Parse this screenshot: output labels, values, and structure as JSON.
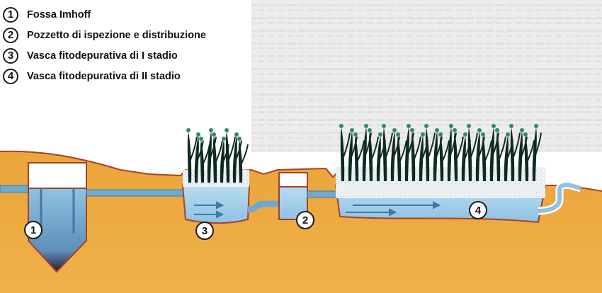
{
  "legend": [
    {
      "num": "1",
      "label": "Fossa Imhoff"
    },
    {
      "num": "2",
      "label": "Pozzetto di ispezione e distribuzione"
    },
    {
      "num": "3",
      "label": "Vasca fitodepurativa di I stadio"
    },
    {
      "num": "4",
      "label": "Vasca fitodepurativa di II stadio"
    }
  ],
  "markers": [
    "1",
    "2",
    "3",
    "4"
  ],
  "colors": {
    "soil": "#e9a236",
    "soil_dark": "#c77a1e",
    "soil_edge": "#a8402a",
    "water": "#a9d2ec",
    "water_dark": "#7fb7dd",
    "gravel": "#e6ecf1",
    "pipe": "#6fa9cf",
    "plant": "#0e2a22",
    "plant_tip": "#2f8a6a",
    "sludge": "#2a1a3a",
    "text_bg": "#d9d9d9"
  },
  "icons": [
    "reed-plant-icon",
    "flow-arrow-icon",
    "pipe-icon",
    "tank-icon"
  ]
}
